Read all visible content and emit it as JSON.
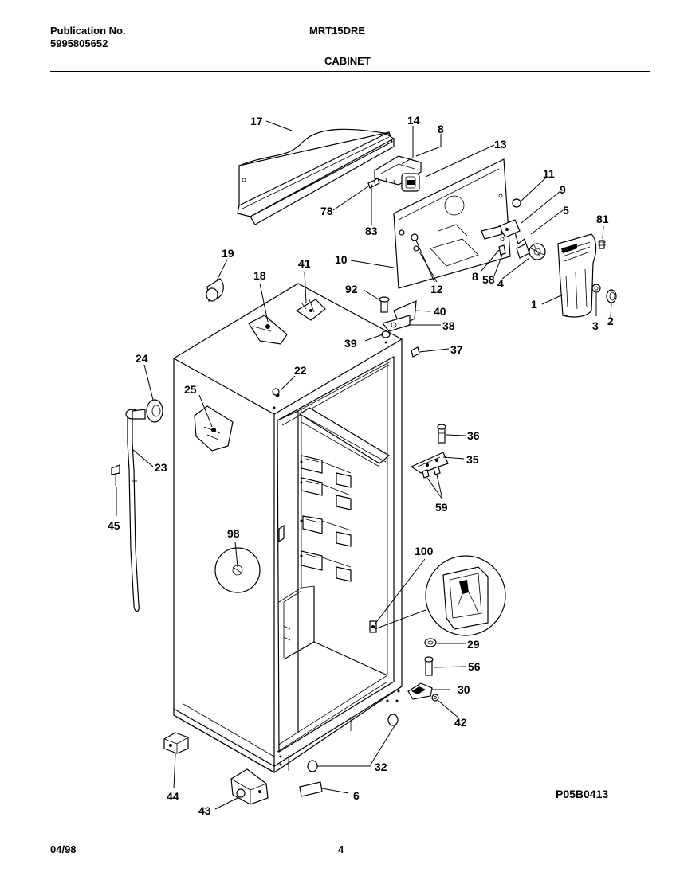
{
  "header": {
    "publication_label": "Publication No.",
    "publication_number": "5995805652",
    "model": "MRT15DRE",
    "section": "CABINET"
  },
  "footer": {
    "date": "04/98",
    "page": "4",
    "figure_code": "P05B0413"
  },
  "callouts": {
    "c1": "1",
    "c2": "2",
    "c3": "3",
    "c4": "4",
    "c5": "5",
    "c6": "6",
    "c8a": "8",
    "c8b": "8",
    "c9": "9",
    "c10": "10",
    "c11": "11",
    "c12": "12",
    "c13": "13",
    "c14": "14",
    "c17": "17",
    "c18": "18",
    "c19": "19",
    "c22": "22",
    "c23": "23",
    "c24": "24",
    "c25": "25",
    "c29": "29",
    "c30": "30",
    "c32": "32",
    "c35": "35",
    "c36": "36",
    "c37": "37",
    "c38": "38",
    "c39": "39",
    "c40": "40",
    "c41": "41",
    "c42": "42",
    "c43": "43",
    "c44": "44",
    "c45": "45",
    "c56": "56",
    "c58": "58",
    "c59": "59",
    "c78": "78",
    "c81": "81",
    "c83": "83",
    "c92": "92",
    "c98": "98",
    "c100": "100"
  }
}
